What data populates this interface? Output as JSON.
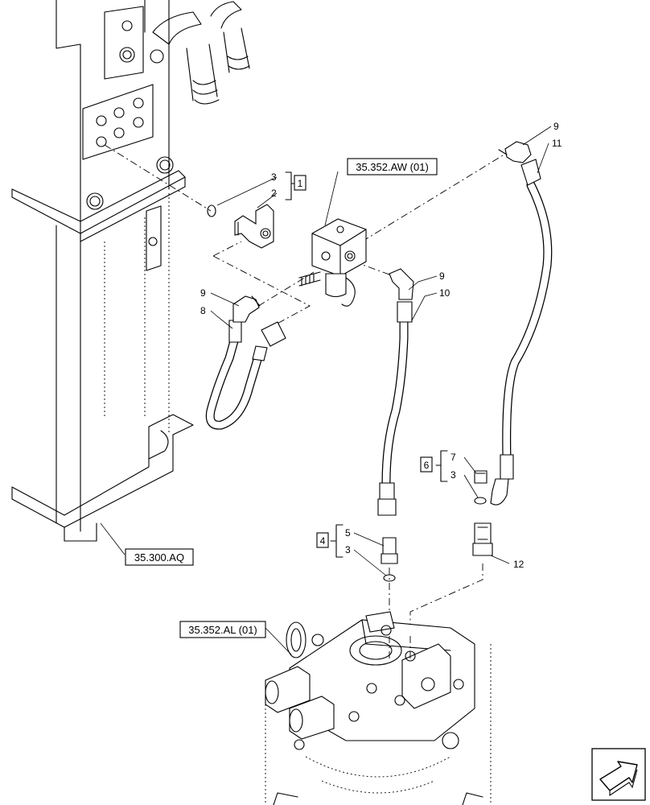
{
  "references": {
    "valve_block": "35.352.AW (01)",
    "frame": "35.300.AQ",
    "swivel_motor": "35.352.AL (01)"
  },
  "kits": {
    "kit1": "1",
    "kit4": "4",
    "kit6": "6"
  },
  "callouts": {
    "c2": "2",
    "c3_top": "3",
    "c3_kit4": "3",
    "c3_kit6": "3",
    "c5": "5",
    "c7": "7",
    "c8": "8",
    "c9_left": "9",
    "c9_mid": "9",
    "c9_top": "9",
    "c10": "10",
    "c11": "11",
    "c12": "12"
  },
  "nav": {
    "icon": "next-page-arrow-icon"
  }
}
